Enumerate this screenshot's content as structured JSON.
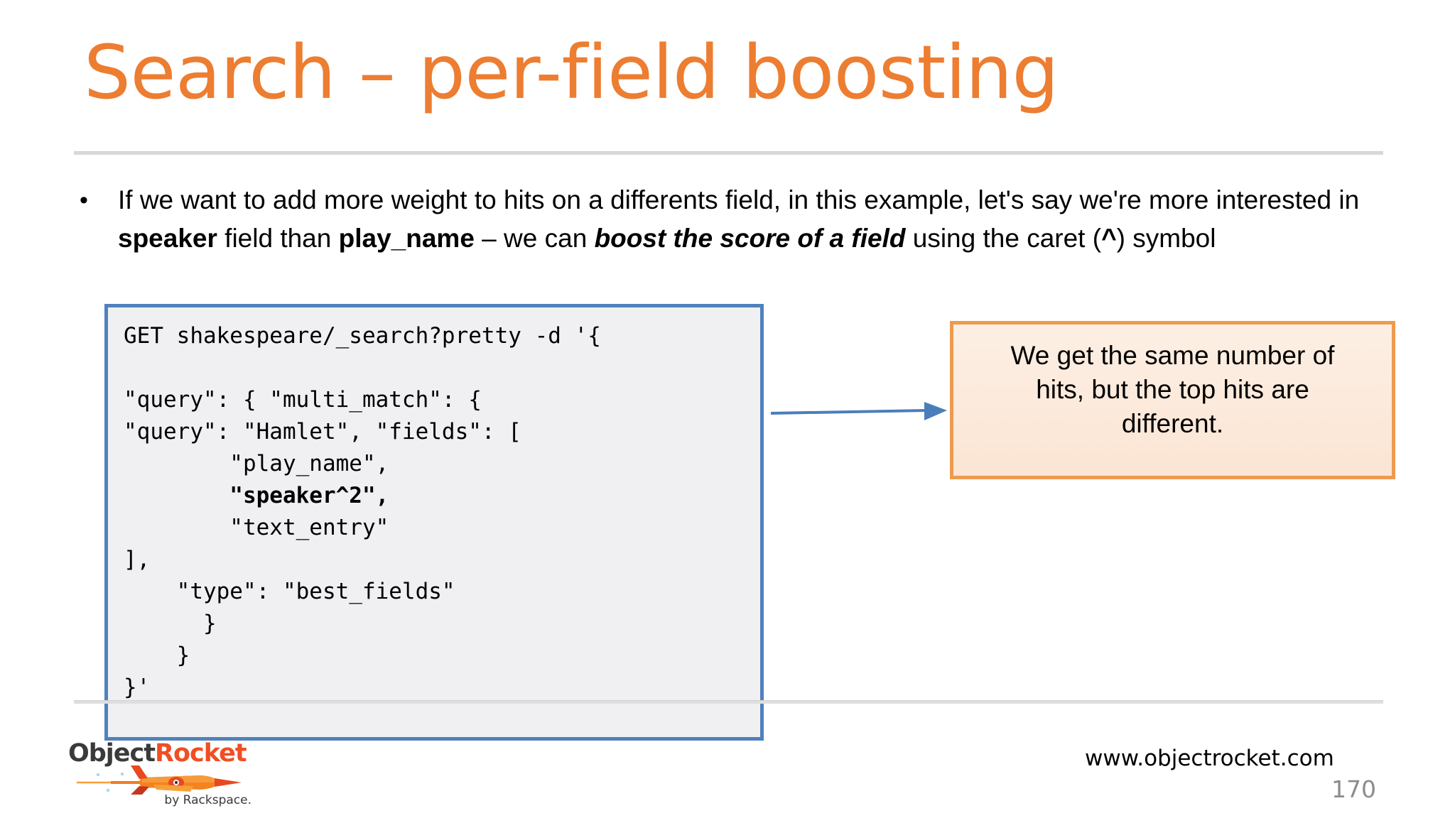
{
  "slide": {
    "title": "Search – per-field boosting",
    "title_color": "#ED7D31",
    "page_number": "170"
  },
  "bullet": {
    "marker": "•",
    "line1_a": "If we want to add more weight to hits on a differents field, in this example, let's say we're more interested in ",
    "bold_speaker": "speaker",
    "line1_b": " field than ",
    "bold_play_name": "play_name",
    "line1_c": " – we can ",
    "bolditalic_boost": "boost the score of a field",
    "line1_d": " using the caret (",
    "bold_caret": "^",
    "line1_e": ") symbol"
  },
  "code": {
    "line_01": "GET shakespeare/_search?pretty -d '{",
    "line_02": "",
    "line_03": "\"query\": { \"multi_match\": {",
    "line_04": "\"query\": \"Hamlet\", \"fields\": [",
    "line_05": "        \"play_name\",",
    "line_06_bold": "        \"speaker^2\",",
    "line_07": "        \"text_entry\"",
    "line_08": "],",
    "line_09": "    \"type\": \"best_fields\"",
    "line_10": "      }",
    "line_11": "    }",
    "line_12": "}'",
    "border_color": "#4F81BD",
    "background_color": "#F0F0F2"
  },
  "callout": {
    "text": "We get the same number of hits, but the top hits are different.",
    "border_color": "#ED9B4F",
    "background_color": "#FBE5D4"
  },
  "arrow": {
    "color": "#4A7EBB",
    "direction": "right"
  },
  "footer": {
    "logo_object": "Object",
    "logo_rocket": "Rocket",
    "logo_tagline": "by Rackspace.",
    "site_url": "www.objectrocket.com"
  }
}
